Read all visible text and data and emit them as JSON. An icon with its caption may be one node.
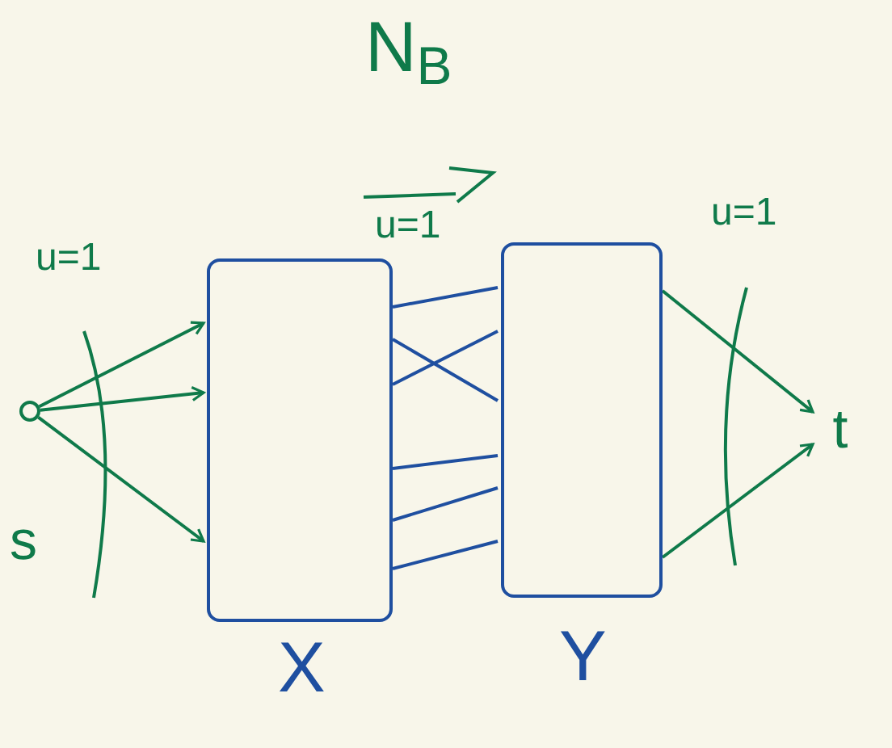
{
  "diagram": {
    "title": "N$_{B}$",
    "nodes": [
      {
        "text": [],
        "shape": "circle",
        "beside": [
          "s"
        ]
      },
      {
        "text": [],
        "shape": "box",
        "beside": [
          "X"
        ]
      },
      {
        "text": [],
        "shape": "box",
        "beside": [
          "Y"
        ]
      },
      {
        "text": [
          "t"
        ]
      }
    ],
    "edges": [
      {
        "from": 0,
        "to": 1,
        "arrow": "to",
        "color": "#0f7a4a"
      },
      {
        "from": 0,
        "to": 1,
        "arrow": "to",
        "color": "#0f7a4a"
      },
      {
        "from": 0,
        "to": 1,
        "arrow": "to",
        "color": "#0f7a4a"
      },
      {
        "from": 1,
        "to": 2,
        "arrow": "none"
      },
      {
        "from": 1,
        "to": 2,
        "arrow": "none"
      },
      {
        "from": 1,
        "to": 2,
        "arrow": "none"
      },
      {
        "from": 1,
        "to": 2,
        "arrow": "none"
      },
      {
        "from": 1,
        "to": 2,
        "arrow": "none"
      },
      {
        "from": 1,
        "to": 2,
        "arrow": "none"
      },
      {
        "from": 2,
        "to": 3,
        "arrow": "to",
        "color": "#0f7a4a"
      },
      {
        "from": 2,
        "to": 3,
        "arrow": "to",
        "color": "#0f7a4a"
      }
    ],
    "labels": [
      "u=1",
      "u=1",
      "u=1"
    ]
  }
}
